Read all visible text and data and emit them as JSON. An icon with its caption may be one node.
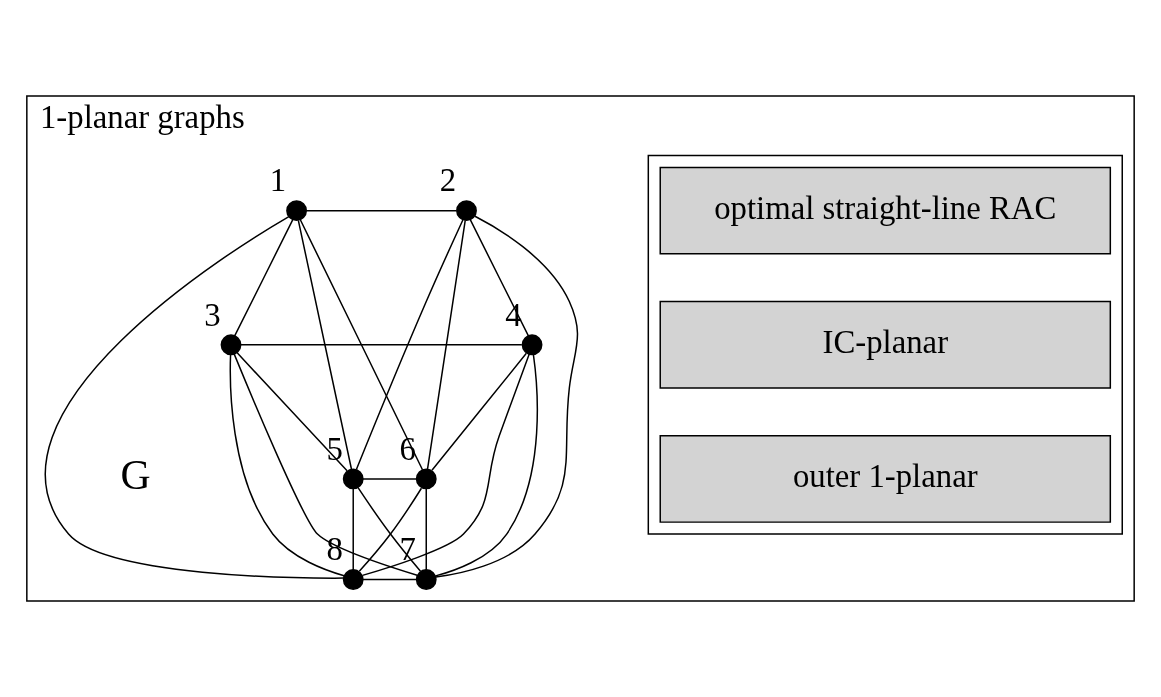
{
  "diagram": {
    "nodes": [
      {
        "text": [
          "1-planar graphs"
        ]
      },
      {
        "text": [],
        "shape": "circle",
        "beside": [
          "1"
        ],
        "in": 0
      },
      {
        "text": [],
        "shape": "circle",
        "beside": [
          "2"
        ],
        "in": 0
      },
      {
        "text": [],
        "shape": "circle",
        "beside": [
          "3"
        ],
        "in": 0
      },
      {
        "text": [],
        "shape": "circle",
        "beside": [
          "4"
        ],
        "in": 0
      },
      {
        "text": [],
        "shape": "circle",
        "beside": [
          "5"
        ],
        "in": 0
      },
      {
        "text": [],
        "shape": "circle",
        "beside": [
          "6"
        ],
        "in": 0
      },
      {
        "text": [],
        "shape": "circle",
        "beside": [
          "7"
        ],
        "in": 0
      },
      {
        "text": [],
        "shape": "circle",
        "beside": [
          "8"
        ],
        "in": 0
      },
      {
        "text": [],
        "shape": "box",
        "in": 0
      },
      {
        "text": [
          "optimal straight-line RAC"
        ],
        "in": 9
      },
      {
        "text": [
          "IC-planar"
        ],
        "in": 9
      },
      {
        "text": [
          "outer 1-planar"
        ],
        "in": 9
      }
    ],
    "edges": [
      {
        "from": 1,
        "to": 2,
        "arrow": "none"
      },
      {
        "from": 1,
        "to": 3,
        "arrow": "none"
      },
      {
        "from": 2,
        "to": 4,
        "arrow": "none"
      },
      {
        "from": 3,
        "to": 4,
        "arrow": "none"
      },
      {
        "from": 1,
        "to": 5,
        "arrow": "none"
      },
      {
        "from": 5,
        "to": 7,
        "arrow": "none"
      },
      {
        "from": 7,
        "to": 4,
        "arrow": "none"
      },
      {
        "from": 2,
        "to": 6,
        "arrow": "none"
      },
      {
        "from": 6,
        "to": 8,
        "arrow": "none"
      },
      {
        "from": 8,
        "to": 3,
        "arrow": "none"
      },
      {
        "from": 5,
        "to": 6,
        "arrow": "none"
      },
      {
        "from": 6,
        "to": 7,
        "arrow": "none"
      },
      {
        "from": 7,
        "to": 8,
        "arrow": "none"
      },
      {
        "from": 8,
        "to": 5,
        "arrow": "none"
      },
      {
        "from": 1,
        "to": 6,
        "arrow": "none"
      },
      {
        "from": 2,
        "to": 5,
        "arrow": "none"
      },
      {
        "from": 1,
        "to": 8,
        "arrow": "none"
      },
      {
        "from": 2,
        "to": 7,
        "arrow": "none"
      },
      {
        "from": 3,
        "to": 5,
        "arrow": "none"
      },
      {
        "from": 4,
        "to": 6,
        "arrow": "none"
      },
      {
        "from": 3,
        "to": 7,
        "arrow": "none"
      },
      {
        "from": 4,
        "to": 8,
        "arrow": "none"
      }
    ],
    "labels": [
      "G"
    ]
  }
}
